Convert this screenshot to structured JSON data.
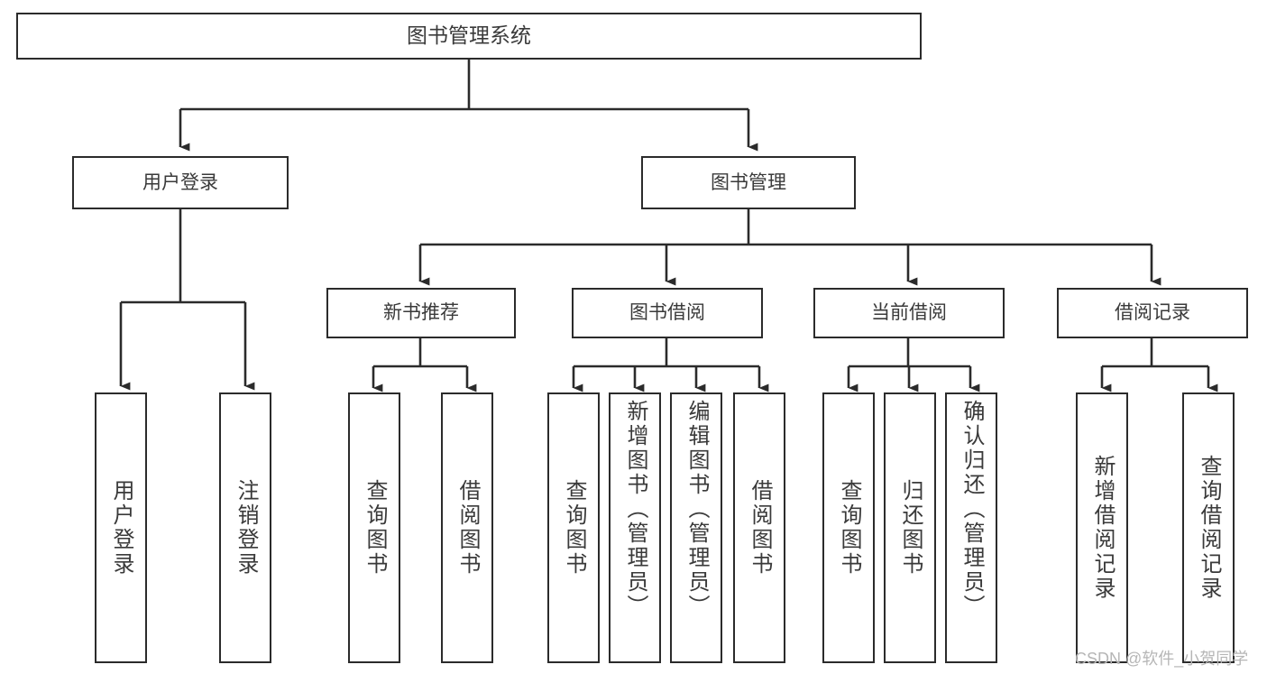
{
  "diagram": {
    "title": "图书管理系统",
    "watermark": "CSDN @软件_小贺同学",
    "stroke_color": "#2b2b2b",
    "text_color": "#3a3a3a",
    "background_color": "#ffffff",
    "root": {
      "label": "图书管理系统"
    },
    "level1": [
      {
        "label": "用户登录"
      },
      {
        "label": "图书管理"
      }
    ],
    "level2": [
      {
        "label": "新书推荐"
      },
      {
        "label": "图书借阅"
      },
      {
        "label": "当前借阅"
      },
      {
        "label": "借阅记录"
      }
    ],
    "leaves": {
      "user_login": [
        {
          "label": "用户登录"
        },
        {
          "label": "注销登录"
        }
      ],
      "new_books": [
        {
          "label": "查询图书"
        },
        {
          "label": "借阅图书"
        }
      ],
      "book_borrow": [
        {
          "label": "查询图书"
        },
        {
          "label": "新增图书（管理员）"
        },
        {
          "label": "编辑图书（管理员）"
        },
        {
          "label": "借阅图书"
        }
      ],
      "current_borrow": [
        {
          "label": "查询图书"
        },
        {
          "label": "归还图书"
        },
        {
          "label": "确认归还（管理员）"
        }
      ],
      "borrow_records": [
        {
          "label": "新增借阅记录"
        },
        {
          "label": "查询借阅记录"
        }
      ]
    }
  }
}
